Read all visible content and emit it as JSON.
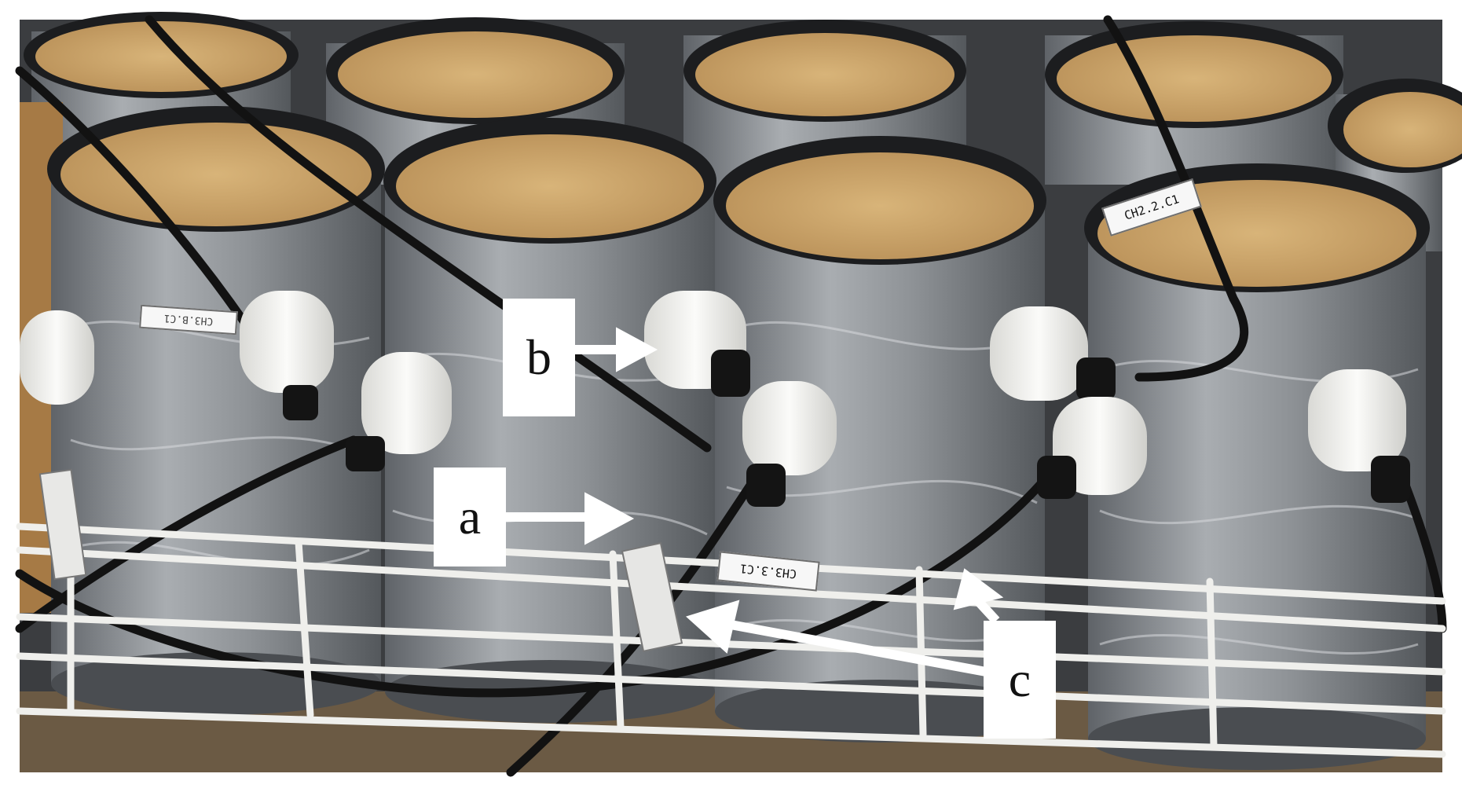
{
  "figure": {
    "labels": {
      "a": "a",
      "b": "b",
      "c": "c"
    },
    "tags": {
      "ch22": "CH2.2.C1",
      "ch33": "CH3.3.C1",
      "ch3b": "CH3.B.C1"
    },
    "colors": {
      "sand": "#c9a267",
      "tape": "#8e9296",
      "sensor": "#f3f3f1",
      "cable": "#121212",
      "rack": "#efefec",
      "cardboard": "#b7864f"
    }
  }
}
